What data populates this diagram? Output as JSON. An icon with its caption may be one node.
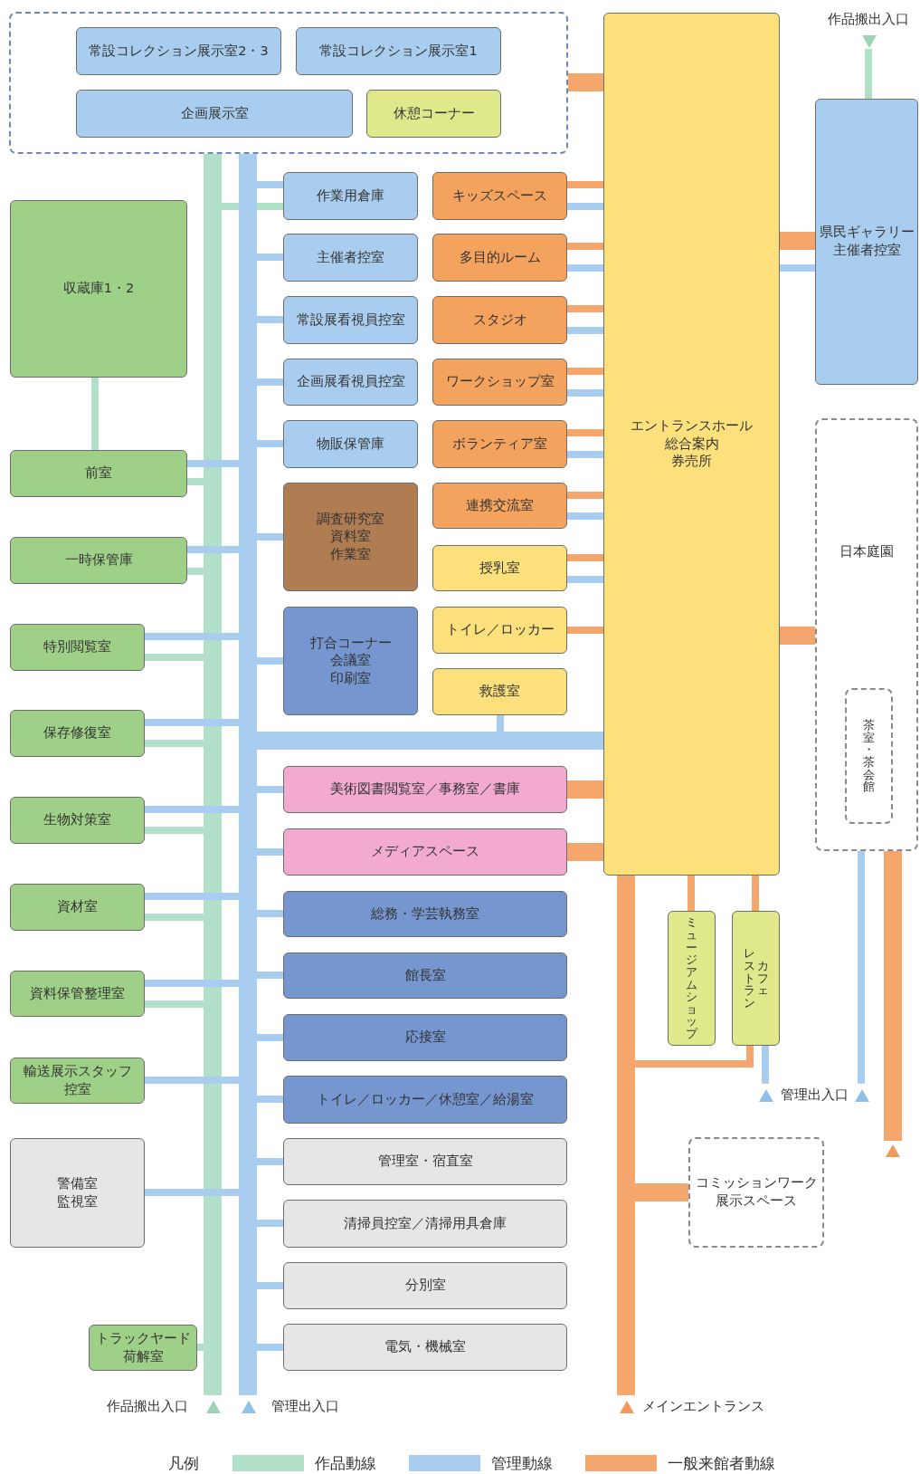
{
  "diagram": {
    "nodes": [
      {
        "text": [],
        "shape": "box"
      },
      {
        "text": [
          "常設コレクション展示室2・3"
        ],
        "in": 0
      },
      {
        "text": [
          "常設コレクション展示室1"
        ],
        "in": 0
      },
      {
        "text": [
          "企画展示室"
        ],
        "in": 0
      },
      {
        "text": [
          "休憩コーナー"
        ],
        "in": 0
      },
      {
        "text": [
          "エントランスホール",
          "総合案内",
          "券売所"
        ]
      },
      {
        "text": [
          "作品搬出入口"
        ]
      },
      {
        "text": [
          "県民ギャラリー",
          "主催者控室"
        ]
      },
      {
        "text": [
          "収蔵庫1・2"
        ]
      },
      {
        "text": [
          "作業用倉庫"
        ]
      },
      {
        "text": [
          "キッズスペース"
        ]
      },
      {
        "text": [
          "主催者控室"
        ]
      },
      {
        "text": [
          "多目的ルーム"
        ]
      },
      {
        "text": [
          "常設展看視員控室"
        ]
      },
      {
        "text": [
          "スタジオ"
        ]
      },
      {
        "text": [
          "企画展看視員控室"
        ]
      },
      {
        "text": [
          "ワークショップ室"
        ]
      },
      {
        "text": [
          "物販保管庫"
        ]
      },
      {
        "text": [
          "ボランティア室"
        ]
      },
      {
        "text": [
          "前室"
        ]
      },
      {
        "text": [
          "日本庭園"
        ]
      },
      {
        "text": [
          "調査研究室",
          "資料室",
          "作業室"
        ]
      },
      {
        "text": [
          "連携交流室"
        ]
      },
      {
        "text": [
          "一時保管庫"
        ]
      },
      {
        "text": [
          "授乳室"
        ]
      },
      {
        "text": [
          "特別閲覧室"
        ]
      },
      {
        "text": [
          "打合コーナー",
          "会議室",
          "印刷室"
        ]
      },
      {
        "text": [
          "トイレ／ロッカー"
        ]
      },
      {
        "text": [
          "救護室"
        ]
      },
      {
        "text": [
          "茶室・茶会館"
        ],
        "in": 20
      },
      {
        "text": [
          "保存修復室"
        ]
      },
      {
        "text": [
          "美術図書閲覧室／事務室／書庫"
        ]
      },
      {
        "text": [
          "生物対策室"
        ]
      },
      {
        "text": [
          "メディアスペース"
        ]
      },
      {
        "text": [
          "資材室"
        ]
      },
      {
        "text": [
          "総務・学芸執務室"
        ]
      },
      {
        "text": [
          "ミュージアムショップ"
        ]
      },
      {
        "text": [
          "レストラン",
          "カフェ"
        ]
      },
      {
        "text": [
          "資料保管整理室"
        ]
      },
      {
        "text": [
          "館長室"
        ]
      },
      {
        "text": [
          "応接室"
        ]
      },
      {
        "text": [
          "輸送展示スタッフ控室"
        ]
      },
      {
        "text": [
          "トイレ／ロッカー／休憩室／給湯室"
        ]
      },
      {
        "text": [
          "管理出入口"
        ]
      },
      {
        "text": [
          "警備室",
          "監視室"
        ]
      },
      {
        "text": [
          "管理室・宿直室"
        ]
      },
      {
        "text": [
          "コミッションワーク展示スペース"
        ]
      },
      {
        "text": [
          "清掃員控室／清掃用具倉庫"
        ]
      },
      {
        "text": [
          "分別室"
        ]
      },
      {
        "text": [
          "トラックヤード",
          "荷解室"
        ]
      },
      {
        "text": [
          "電気・機械室"
        ]
      },
      {
        "text": [
          "作品搬出入口"
        ]
      },
      {
        "text": [
          "管理出入口"
        ]
      },
      {
        "text": [
          "メインエントランス"
        ]
      },
      {
        "text": [],
        "shape": "triangle"
      }
    ],
    "edges": [
      {
        "from": 0,
        "to": 51,
        "arrow": "none",
        "style": "thick",
        "color": "#b2dfc8"
      },
      {
        "from": 9,
        "to": 51,
        "arrow": "none",
        "color": "#b2dfc8"
      },
      {
        "from": 8,
        "to": 19,
        "arrow": "none",
        "color": "#b2dfc8"
      },
      {
        "from": 19,
        "to": 51,
        "arrow": "none",
        "color": "#b2dfc8"
      },
      {
        "from": 23,
        "to": 51,
        "arrow": "none",
        "color": "#b2dfc8"
      },
      {
        "from": 25,
        "to": 51,
        "arrow": "none",
        "color": "#b2dfc8"
      },
      {
        "from": 30,
        "to": 51,
        "arrow": "none",
        "color": "#b2dfc8"
      },
      {
        "from": 32,
        "to": 51,
        "arrow": "none",
        "color": "#b2dfc8"
      },
      {
        "from": 34,
        "to": 51,
        "arrow": "none",
        "color": "#b2dfc8"
      },
      {
        "from": 38,
        "to": 51,
        "arrow": "none",
        "color": "#b2dfc8"
      },
      {
        "from": 49,
        "to": 51,
        "arrow": "none",
        "color": "#b2dfc8"
      },
      {
        "from": 7,
        "to": 6,
        "arrow": "none",
        "color": "#b2dfc8"
      },
      {
        "from": 0,
        "to": 52,
        "arrow": "none",
        "style": "thick"
      },
      {
        "from": 19,
        "to": 52,
        "arrow": "none"
      },
      {
        "from": 23,
        "to": 52,
        "arrow": "none"
      },
      {
        "from": 25,
        "to": 52,
        "arrow": "none"
      },
      {
        "from": 30,
        "to": 52,
        "arrow": "none"
      },
      {
        "from": 32,
        "to": 52,
        "arrow": "none"
      },
      {
        "from": 34,
        "to": 52,
        "arrow": "none"
      },
      {
        "from": 38,
        "to": 52,
        "arrow": "none"
      },
      {
        "from": 41,
        "to": 52,
        "arrow": "none"
      },
      {
        "from": 44,
        "to": 52,
        "arrow": "none"
      },
      {
        "from": 9,
        "to": 52,
        "arrow": "none"
      },
      {
        "from": 11,
        "to": 52,
        "arrow": "none"
      },
      {
        "from": 13,
        "to": 52,
        "arrow": "none"
      },
      {
        "from": 15,
        "to": 52,
        "arrow": "none"
      },
      {
        "from": 17,
        "to": 52,
        "arrow": "none"
      },
      {
        "from": 21,
        "to": 52,
        "arrow": "none"
      },
      {
        "from": 26,
        "to": 52,
        "arrow": "none"
      },
      {
        "from": 31,
        "to": 52,
        "arrow": "none"
      },
      {
        "from": 33,
        "to": 52,
        "arrow": "none"
      },
      {
        "from": 35,
        "to": 52,
        "arrow": "none"
      },
      {
        "from": 39,
        "to": 52,
        "arrow": "none"
      },
      {
        "from": 40,
        "to": 52,
        "arrow": "none"
      },
      {
        "from": 42,
        "to": 52,
        "arrow": "none"
      },
      {
        "from": 45,
        "to": 52,
        "arrow": "none"
      },
      {
        "from": 47,
        "to": 52,
        "arrow": "none"
      },
      {
        "from": 48,
        "to": 52,
        "arrow": "none"
      },
      {
        "from": 50,
        "to": 52,
        "arrow": "none"
      },
      {
        "from": 10,
        "to": 5,
        "arrow": "none"
      },
      {
        "from": 12,
        "to": 5,
        "arrow": "none"
      },
      {
        "from": 14,
        "to": 5,
        "arrow": "none"
      },
      {
        "from": 16,
        "to": 5,
        "arrow": "none"
      },
      {
        "from": 18,
        "to": 5,
        "arrow": "none"
      },
      {
        "from": 22,
        "to": 5,
        "arrow": "none"
      },
      {
        "from": 24,
        "to": 5,
        "arrow": "none"
      },
      {
        "from": 28,
        "to": 5,
        "arrow": "none"
      },
      {
        "from": 5,
        "to": 52,
        "arrow": "none",
        "style": "thick"
      },
      {
        "from": 7,
        "to": 5,
        "arrow": "none"
      },
      {
        "from": 37,
        "to": 43,
        "arrow": "none"
      },
      {
        "from": 20,
        "to": 43,
        "arrow": "none"
      },
      {
        "from": 0,
        "to": 5,
        "arrow": "none",
        "style": "thick",
        "color": "#f4a66c"
      },
      {
        "from": 10,
        "to": 5,
        "arrow": "none",
        "color": "#f4a66c"
      },
      {
        "from": 12,
        "to": 5,
        "arrow": "none",
        "color": "#f4a66c"
      },
      {
        "from": 14,
        "to": 5,
        "arrow": "none",
        "color": "#f4a66c"
      },
      {
        "from": 16,
        "to": 5,
        "arrow": "none",
        "color": "#f4a66c"
      },
      {
        "from": 18,
        "to": 5,
        "arrow": "none",
        "color": "#f4a66c"
      },
      {
        "from": 22,
        "to": 5,
        "arrow": "none",
        "color": "#f4a66c"
      },
      {
        "from": 24,
        "to": 5,
        "arrow": "none",
        "color": "#f4a66c"
      },
      {
        "from": 27,
        "to": 5,
        "arrow": "none",
        "color": "#f4a66c"
      },
      {
        "from": 31,
        "to": 5,
        "arrow": "none",
        "style": "thick",
        "color": "#f4a66c"
      },
      {
        "from": 33,
        "to": 5,
        "arrow": "none",
        "style": "thick",
        "color": "#f4a66c"
      },
      {
        "from": 7,
        "to": 5,
        "arrow": "none",
        "style": "thick",
        "color": "#f4a66c"
      },
      {
        "from": 20,
        "to": 5,
        "arrow": "none",
        "style": "thick",
        "color": "#f4a66c"
      },
      {
        "from": 5,
        "to": 53,
        "arrow": "none",
        "style": "thick",
        "color": "#f4a66c"
      },
      {
        "from": 36,
        "to": 5,
        "arrow": "none",
        "color": "#f4a66c"
      },
      {
        "from": 37,
        "to": 5,
        "arrow": "none",
        "color": "#f4a66c"
      },
      {
        "from": 37,
        "to": 53,
        "arrow": "none",
        "color": "#f4a66c"
      },
      {
        "from": 46,
        "to": 53,
        "arrow": "none",
        "style": "thick",
        "color": "#f4a66c"
      },
      {
        "from": 20,
        "to": 54,
        "arrow": "none",
        "style": "thick",
        "color": "#f4a66c"
      }
    ],
    "labels": [
      "凡例"
    ],
    "legend": [
      {
        "text": "作品動線",
        "color": "#b2dfc8"
      },
      {
        "text": "管理動線",
        "color": "#a8cdee"
      },
      {
        "text": "一般来館者動線",
        "color": "#f4a66c"
      }
    ]
  }
}
